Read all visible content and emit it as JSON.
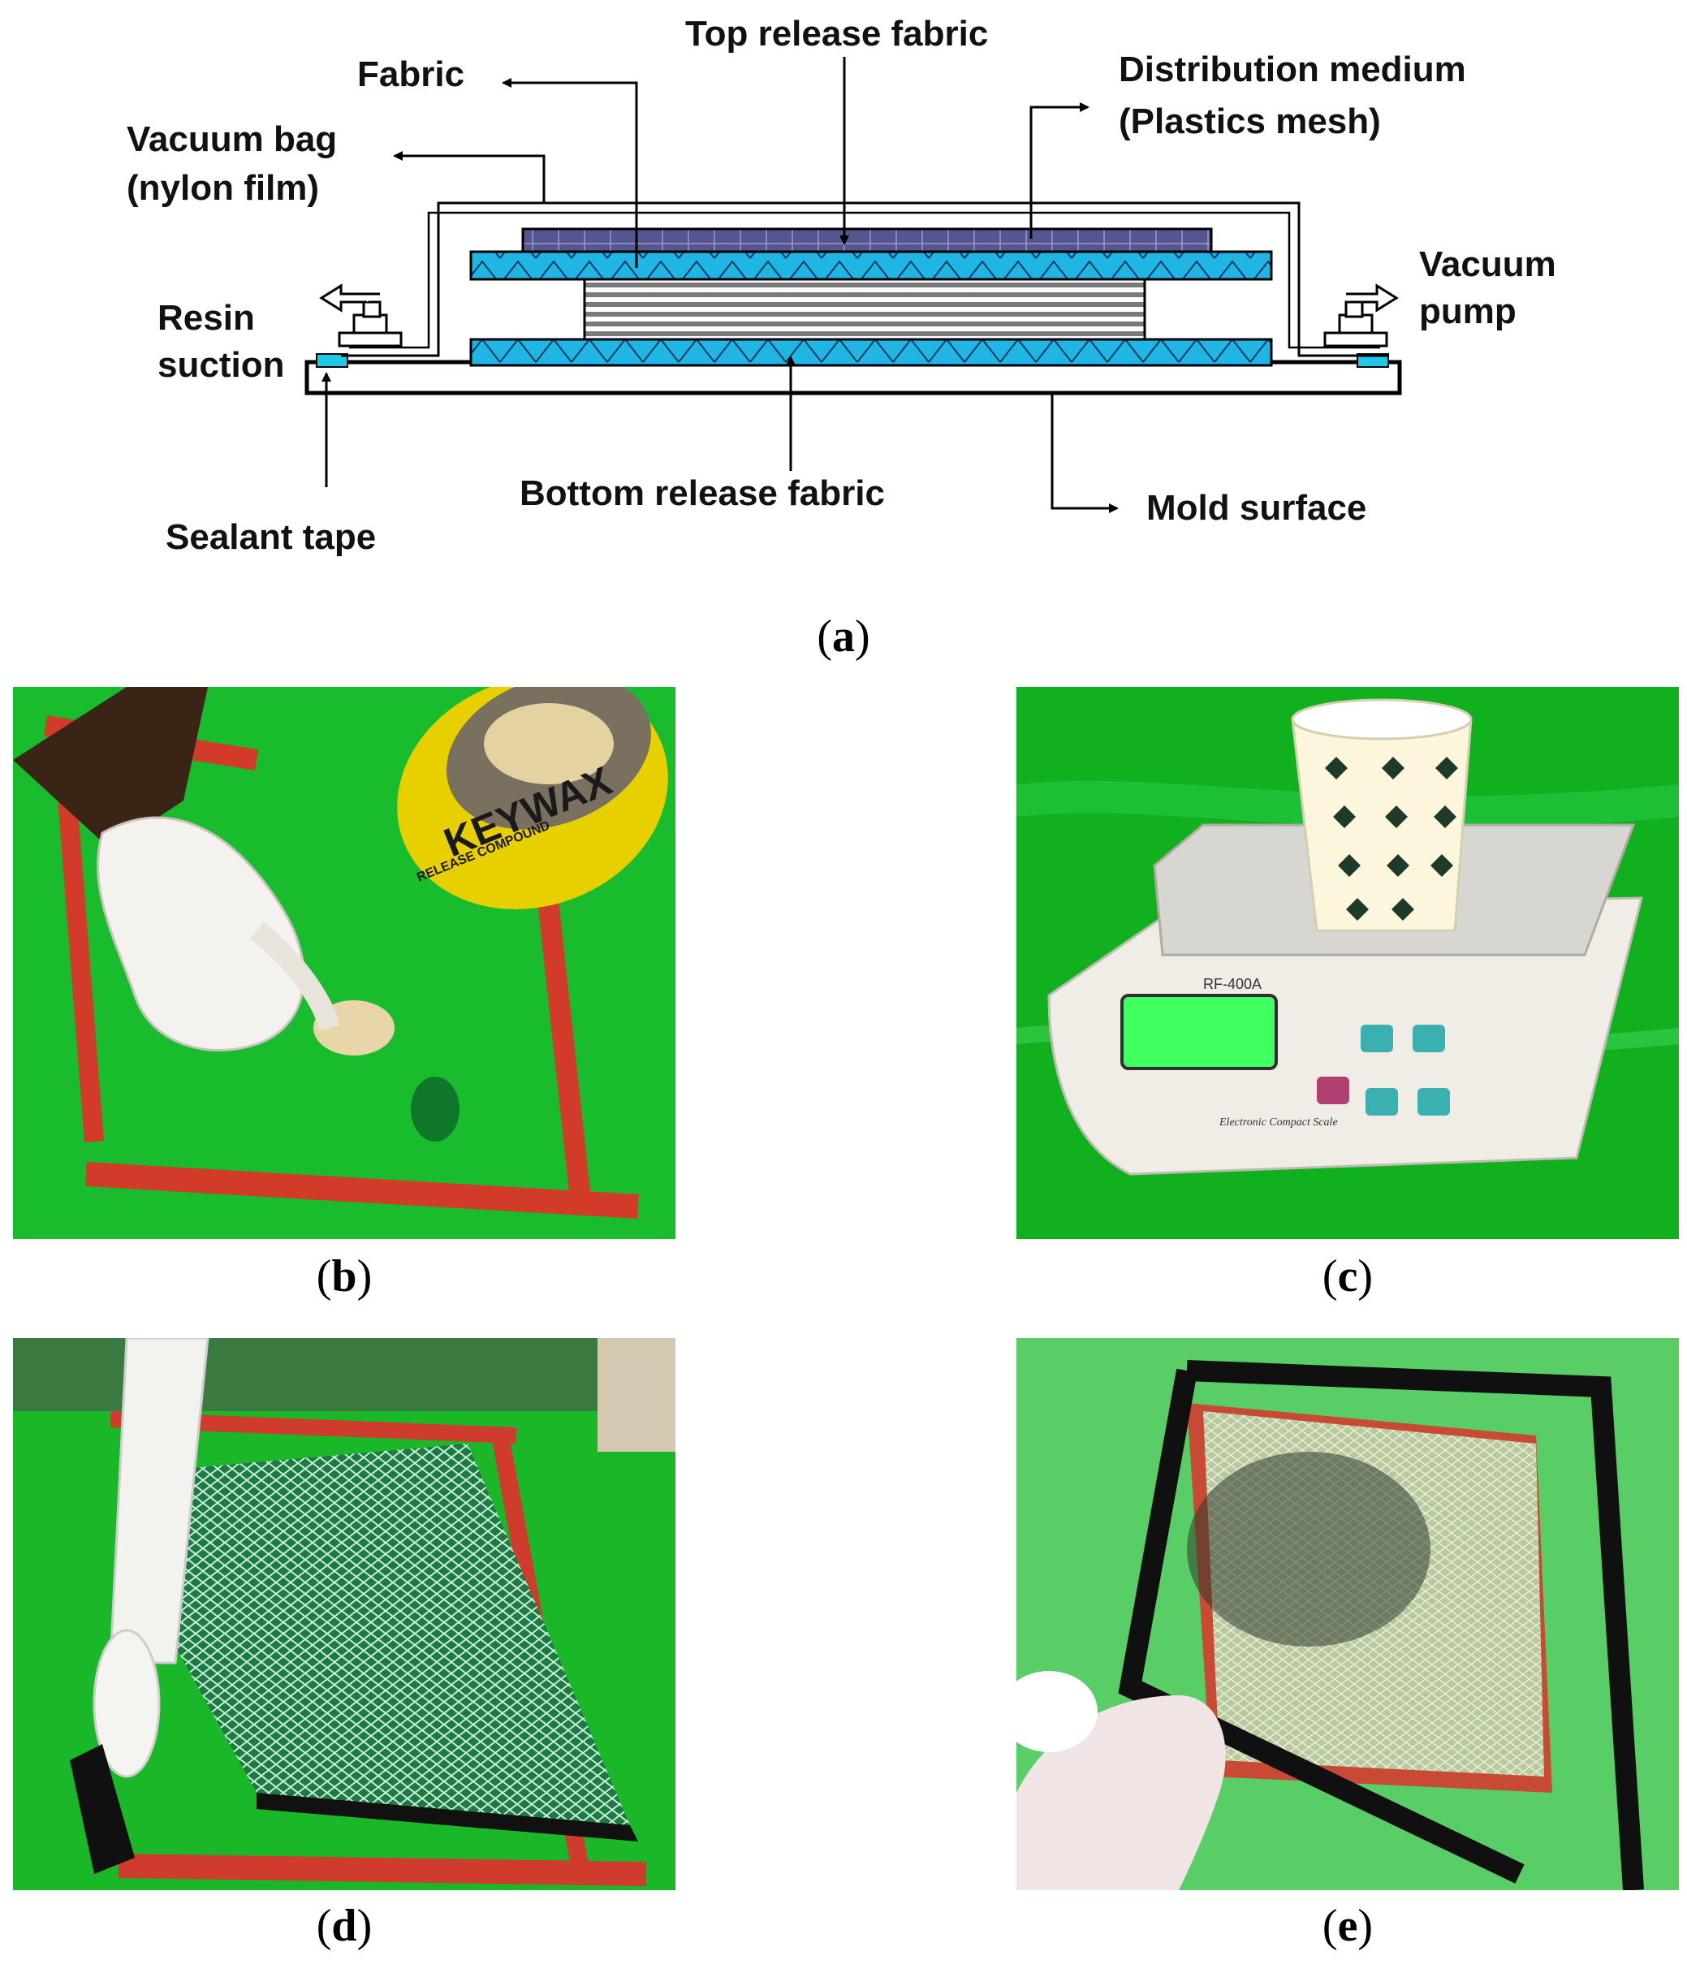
{
  "diagram": {
    "labels": {
      "top_release_fabric": "Top release fabric",
      "fabric": "Fabric",
      "distribution_medium_line1": "Distribution medium",
      "distribution_medium_line2": "(Plastics mesh)",
      "vacuum_bag_line1": "Vacuum bag",
      "vacuum_bag_line2": "(nylon film)",
      "vacuum_pump_line1": "Vacuum",
      "vacuum_pump_line2": "pump",
      "resin_suction_line1": "Resin",
      "resin_suction_line2": "suction",
      "bottom_release_fabric": "Bottom release fabric",
      "mold_surface": "Mold surface",
      "sealant_tape": "Sealant tape"
    },
    "colors": {
      "release_fabric": "#1fb6e6",
      "distribution_medium": "#5a5a9a",
      "fabric_stack": "#808080",
      "sealant": "#1fc8e8",
      "mold": "#ffffff"
    }
  },
  "captions": {
    "a": "a",
    "b": "b",
    "c": "c",
    "d": "d",
    "e": "e"
  },
  "photos": {
    "b": {
      "can_text": "KEYWAX",
      "can_subtext": "RELEASE COMPOUND"
    },
    "c": {
      "scale_model": "RF-400A",
      "scale_subtext": "Electronic Compact Scale"
    }
  }
}
